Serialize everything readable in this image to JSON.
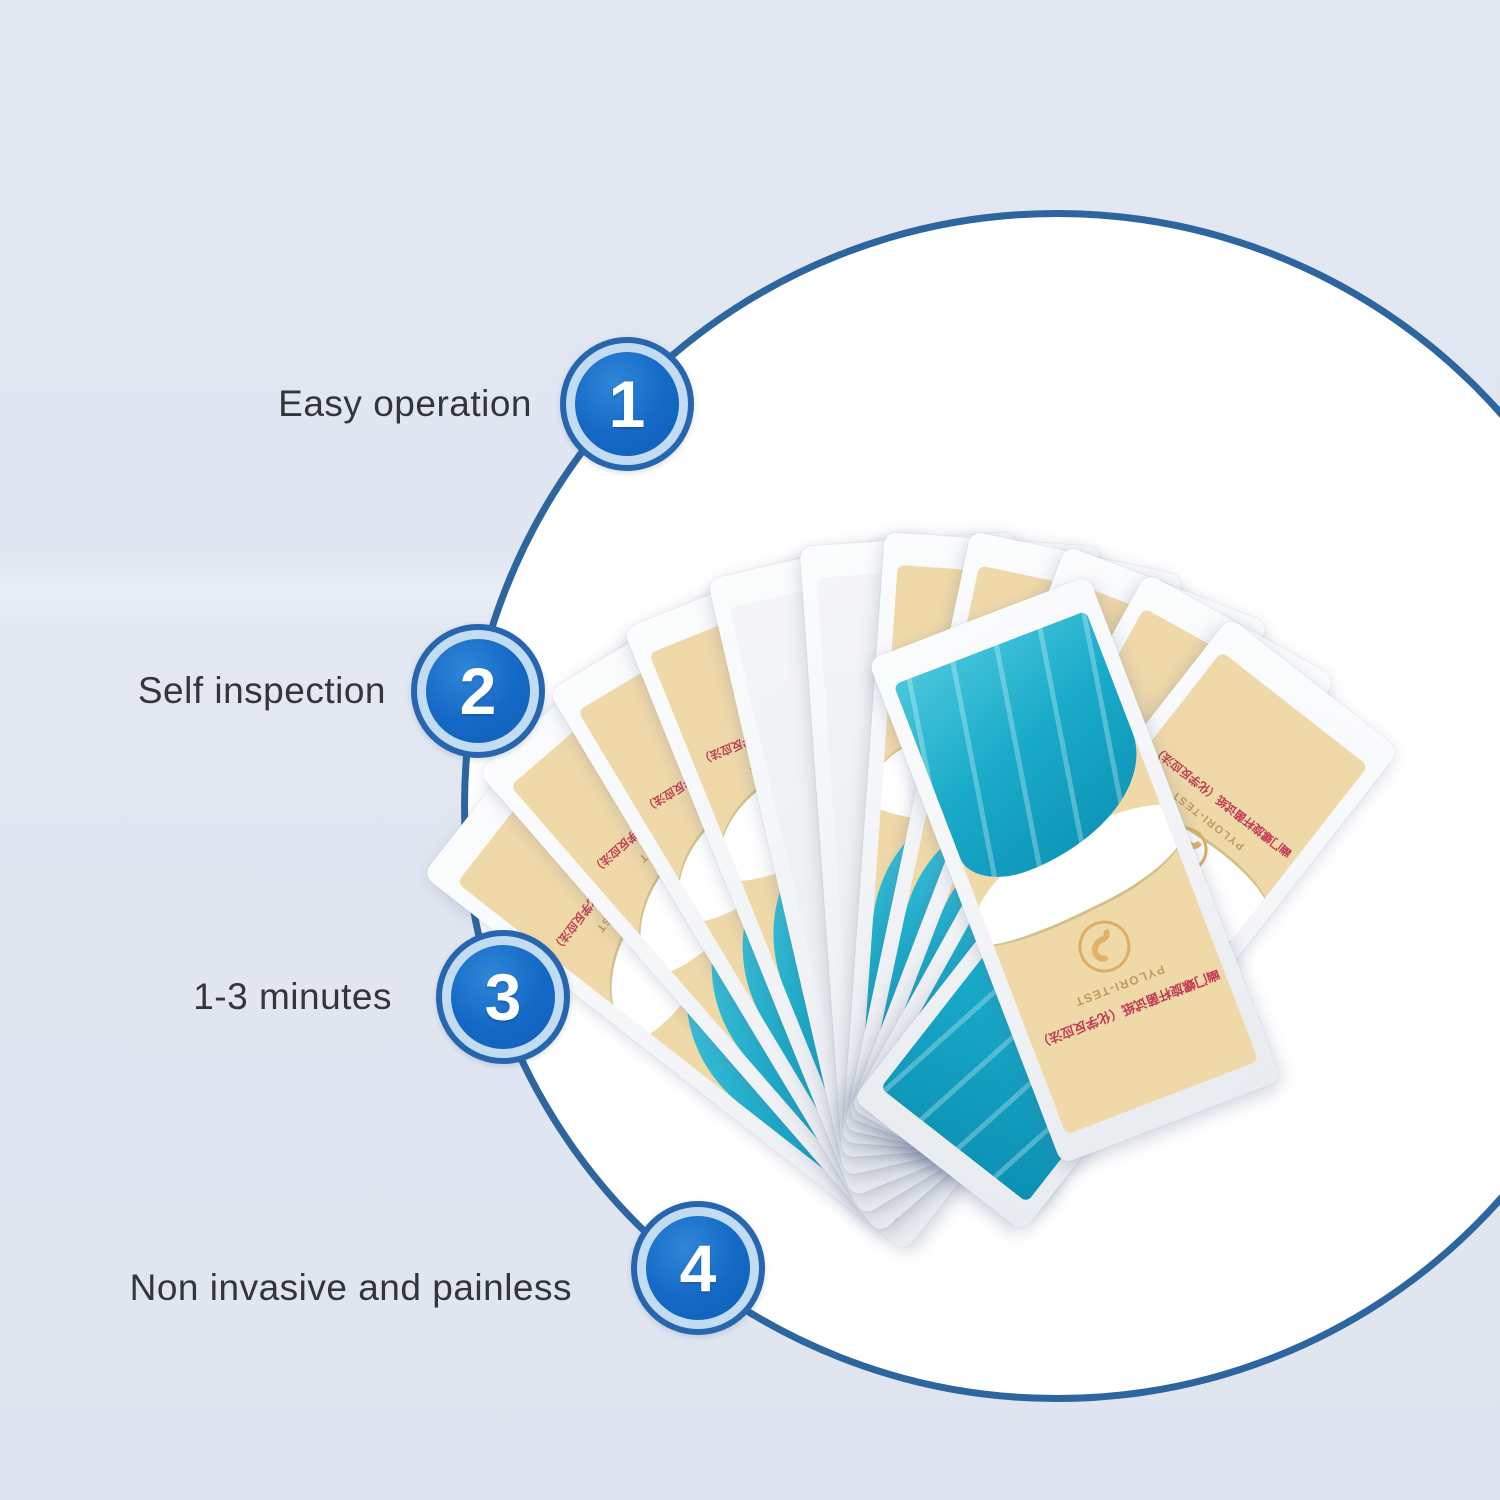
{
  "background_color": "#e1e7f2",
  "circle_outline_color": "#2d659f",
  "badge_colors": {
    "outer_ring": "#2766ae",
    "light_ring": "#c2dcf4",
    "disc": "#1468c6",
    "number": "#ffffff"
  },
  "callouts": [
    {
      "number": "1",
      "label": "Easy operation"
    },
    {
      "number": "2",
      "label": "Self inspection"
    },
    {
      "number": "3",
      "label": "1-3 minutes"
    },
    {
      "number": "4",
      "label": "Non invasive and painless"
    }
  ],
  "product": {
    "brand_line": "PYLORI-TEST",
    "chinese_line": "幽门螺旋杆菌试纸（化学反应法）",
    "logo_icon": "stomach-icon",
    "sachet_count": 12,
    "colors": {
      "teal": "#17a9c9",
      "cream": "#f0d9a9",
      "gold": "#dfae64",
      "red_text": "#c23a52",
      "pouch_white": "#f4f5f7"
    }
  }
}
